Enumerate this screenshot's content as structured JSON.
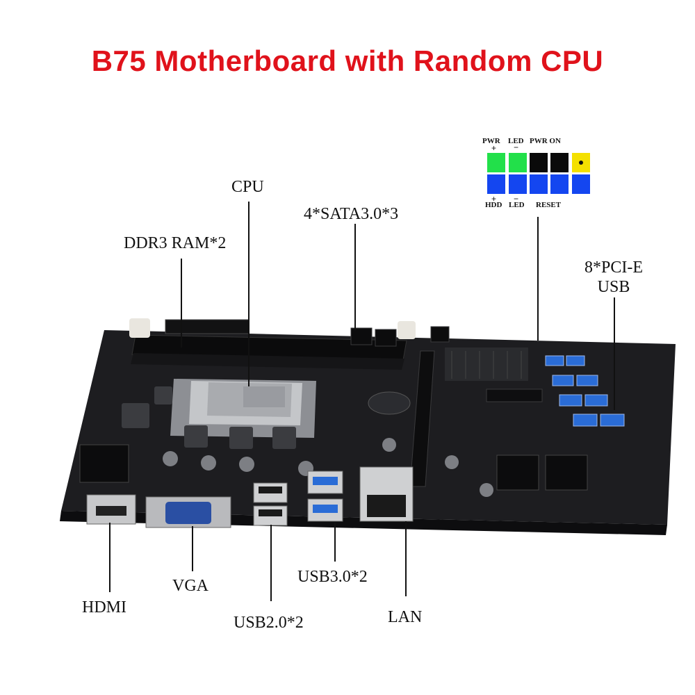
{
  "title": "B75 Motherboard with Random CPU",
  "labels": {
    "cpu": "CPU",
    "ddr3": "DDR3 RAM*2",
    "sata": "4*SATA3.0*3",
    "pcie_line1": "8*PCI-E",
    "pcie_line2": "USB",
    "hdmi": "HDMI",
    "vga": "VGA",
    "usb20": "USB2.0*2",
    "usb30": "USB3.0*2",
    "lan": "LAN"
  },
  "front_panel": {
    "top_labels": [
      "PWR",
      "LED",
      "PWR ON"
    ],
    "bottom_labels": [
      "HDD",
      "LED",
      "RESET"
    ],
    "plus": "+",
    "minus": "−",
    "top_row_colors": [
      "#22e04a",
      "#22e04a",
      "#0a0a0a",
      "#0a0a0a",
      "#f4e000"
    ],
    "bottom_row_colors": [
      "#1446f0",
      "#1446f0",
      "#1446f0",
      "#1446f0",
      "#1446f0"
    ]
  },
  "colors": {
    "title": "#e0121b",
    "board": "#1c1c1e",
    "usb3_blue": "#2a6cd6"
  }
}
